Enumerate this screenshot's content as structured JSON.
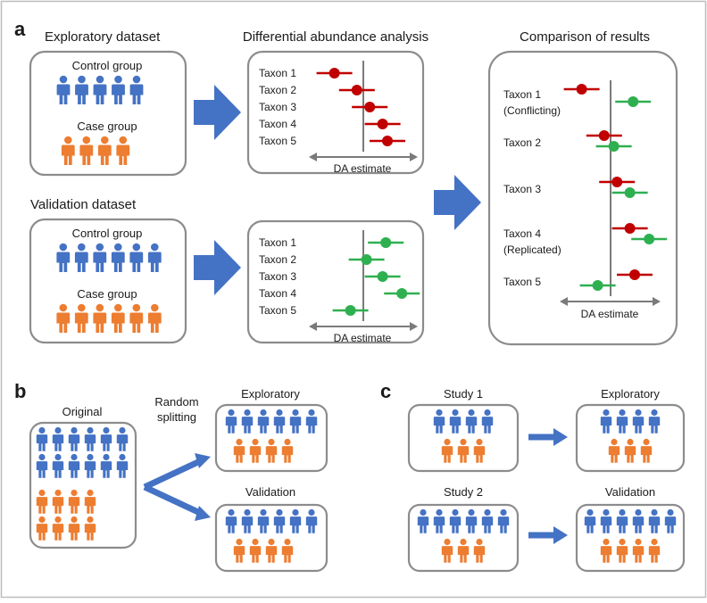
{
  "colors": {
    "control": "#4472C4",
    "case": "#ED7D31",
    "exploratory_est": "#C00000",
    "validation_est": "#2EB050",
    "arrow": "#4472C4",
    "border": "#8c8c8c"
  },
  "panels": {
    "a": "a",
    "b": "b",
    "c": "c"
  },
  "a": {
    "exploratory_title": "Exploratory dataset",
    "validation_title": "Validation dataset",
    "da_title": "Differential abundance analysis",
    "comparison_title": "Comparison of results",
    "control_label": "Control group",
    "case_label": "Case group",
    "axis_label": "DA estimate",
    "taxa": [
      "Taxon 1",
      "Taxon 2",
      "Taxon 3",
      "Taxon 4",
      "Taxon 5"
    ],
    "exploratory_control_count": 5,
    "exploratory_case_count": 4,
    "validation_control_count": 6,
    "validation_case_count": 6,
    "exploratory_estimates": [
      -0.9,
      -0.2,
      0.2,
      0.6,
      0.75
    ],
    "validation_estimates": [
      0.7,
      0.1,
      0.6,
      1.2,
      -0.4
    ],
    "comparison_labels": [
      "Taxon 1",
      "(Conflicting)",
      "Taxon 2",
      "Taxon 3",
      "Taxon 4",
      "(Replicated)",
      "Taxon 5"
    ]
  },
  "b": {
    "original_label": "Original",
    "random_label_1": "Random",
    "random_label_2": "splitting",
    "exploratory_label": "Exploratory",
    "validation_label": "Validation"
  },
  "c": {
    "study1_label": "Study 1",
    "study2_label": "Study 2",
    "exploratory_label": "Exploratory",
    "validation_label": "Validation"
  }
}
